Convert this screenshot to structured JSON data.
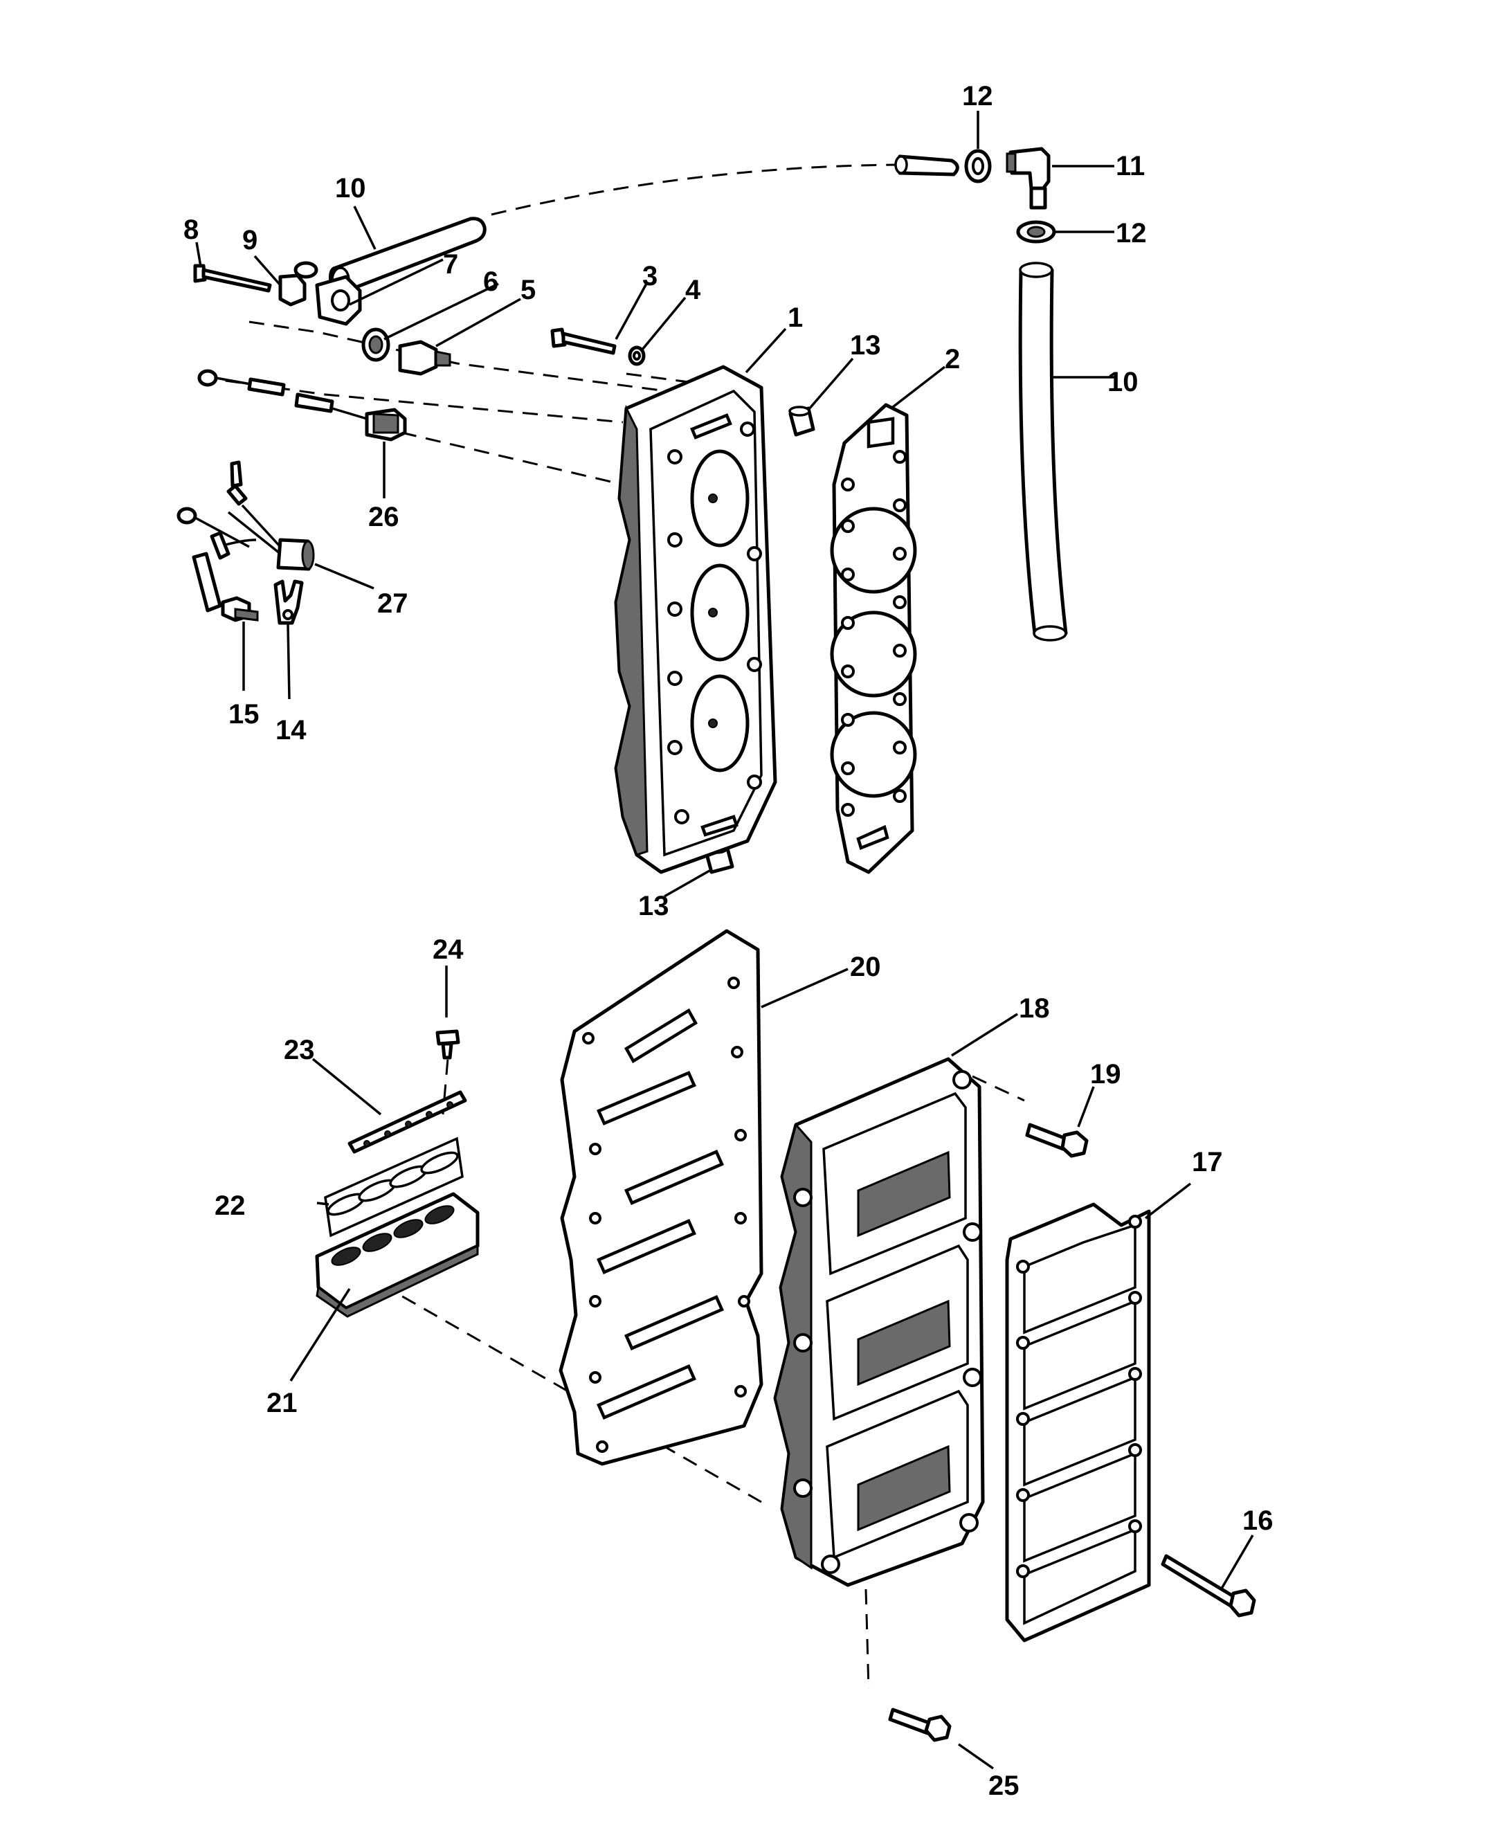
{
  "callouts": {
    "n1": "1",
    "n2": "2",
    "n3": "3",
    "n4": "4",
    "n5": "5",
    "n6": "6",
    "n7": "7",
    "n8": "8",
    "n9": "9",
    "n10a": "10",
    "n10b": "10",
    "n11": "11",
    "n12a": "12",
    "n12b": "12",
    "n13a": "13",
    "n13b": "13",
    "n14": "14",
    "n15": "15",
    "n16": "16",
    "n17": "17",
    "n18": "18",
    "n19": "19",
    "n20": "20",
    "n21": "21",
    "n22": "22",
    "n23": "23",
    "n24": "24",
    "n25": "25",
    "n26": "26",
    "n27": "27"
  }
}
